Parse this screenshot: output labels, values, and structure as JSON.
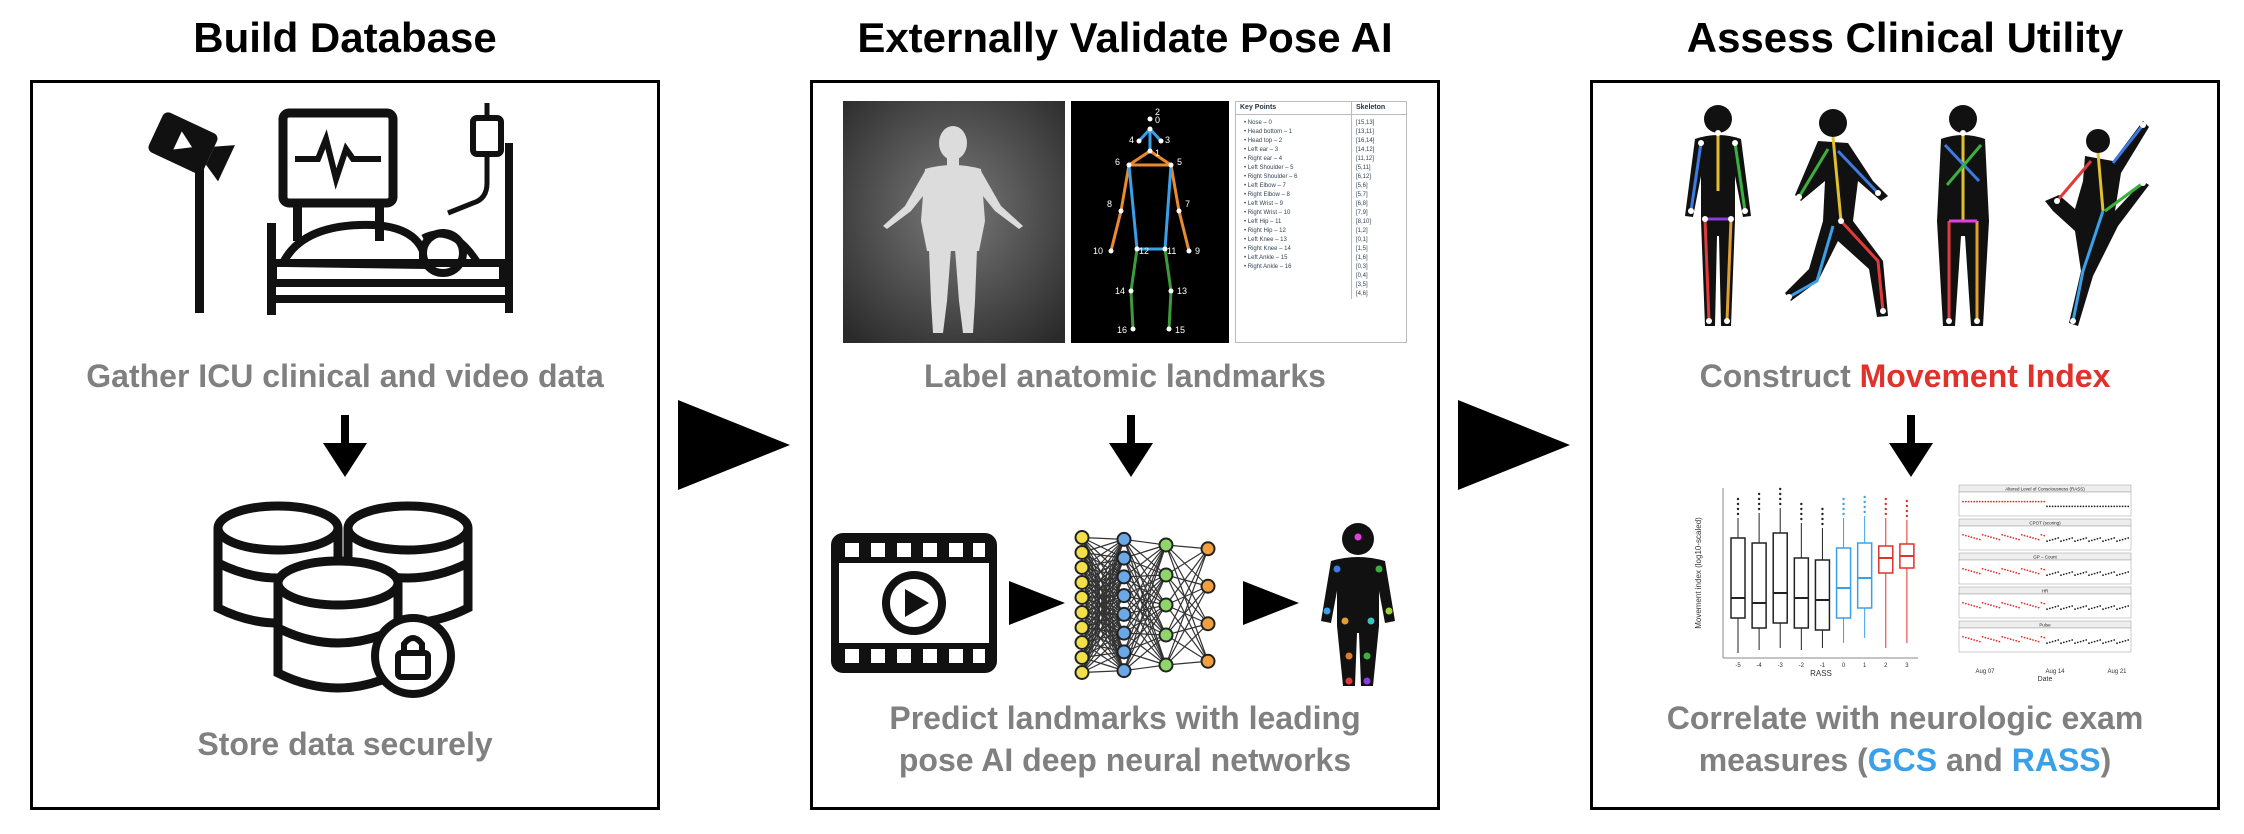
{
  "panel1": {
    "title": "Build Database",
    "step1": "Gather ICU clinical and video data",
    "step2": "Store data securely"
  },
  "panel2": {
    "title": "Externally Validate Pose AI",
    "step1": "Label anatomic landmarks",
    "step2_line1": "Predict landmarks with leading",
    "step2_line2": "pose AI deep neural networks",
    "table_header_left": "Key Points",
    "table_header_right": "Skeleton",
    "keypoints": [
      "Nose – 0",
      "Head bottom – 1",
      "Head top – 2",
      "Left ear – 3",
      "Right ear – 4",
      "Left Shoulder – 5",
      "Right Shoulder – 6",
      "Left Elbow – 7",
      "Right Elbow – 8",
      "Left Wrist – 9",
      "Right Wrist – 10",
      "Left Hip – 11",
      "Right Hip – 12",
      "Left Knee – 13",
      "Right Knee – 14",
      "Left Ankle – 15",
      "Right Ankle – 16"
    ],
    "skeleton_pairs": [
      "[15,13]",
      "[13,11]",
      "[16,14]",
      "[14,12]",
      "[11,12]",
      "[5,11]",
      "[6,12]",
      "[5,6]",
      "[5,7]",
      "[6,8]",
      "[7,9]",
      "[8,10]",
      "[1,2]",
      "[0,1]",
      "[1,5]",
      "[1,6]",
      "[0,3]",
      "[0,4]",
      "[3,5]",
      "[4,6]"
    ],
    "skeleton_numbers": [
      "0",
      "1",
      "2",
      "3",
      "4",
      "5",
      "6",
      "7",
      "8",
      "9",
      "10",
      "11",
      "12",
      "13",
      "14",
      "15",
      "16"
    ]
  },
  "panel3": {
    "title": "Assess Clinical Utility",
    "step1_prefix": "Construct ",
    "step1_highlight": "Movement Index",
    "step2_line1": "Correlate with neurologic exam",
    "step2_line2_prefix": "measures (",
    "step2_gcs": "GCS",
    "step2_and": " and ",
    "step2_rass": "RASS",
    "step2_suffix": ")",
    "boxplot": {
      "ylabel": "Movement index (log10-scaled)",
      "xlabel": "RASS",
      "categories": [
        "-5",
        "-4",
        "-3",
        "-2",
        "-1",
        "0",
        "1",
        "2",
        "3"
      ]
    },
    "timeseries": {
      "panels": [
        "Altered Level of Consciousness (RASS)",
        "CPOT (scoring)",
        "GP – Count",
        "HR",
        "Pulse"
      ],
      "xlabel": "Date",
      "xticks": [
        "Aug 07",
        "Aug 14",
        "Aug 21"
      ]
    }
  },
  "colors": {
    "caption_gray": "#808080",
    "movement_red": "#e0312b",
    "measure_blue": "#3aa0e8"
  }
}
